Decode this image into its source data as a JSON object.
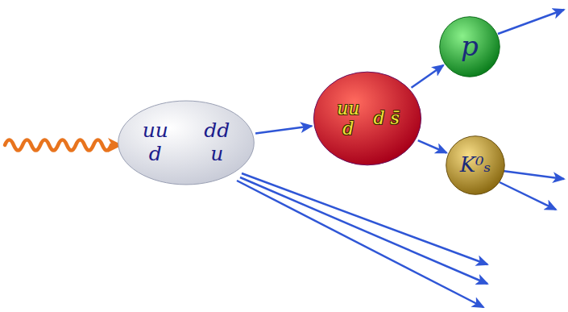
{
  "diagram": {
    "nodes": [
      {
        "text": [
          "uu d",
          "dd u"
        ]
      },
      {
        "text": [
          "uu d",
          "d s̄"
        ]
      },
      {
        "text": [
          "p"
        ]
      },
      {
        "text": [
          "K⁰ₛ"
        ]
      }
    ],
    "edges": [
      {
        "from": 0,
        "to": 1,
        "arrow": "to"
      },
      {
        "from": 1,
        "to": 2,
        "arrow": "to"
      },
      {
        "from": 1,
        "to": 3,
        "arrow": "to"
      }
    ]
  }
}
